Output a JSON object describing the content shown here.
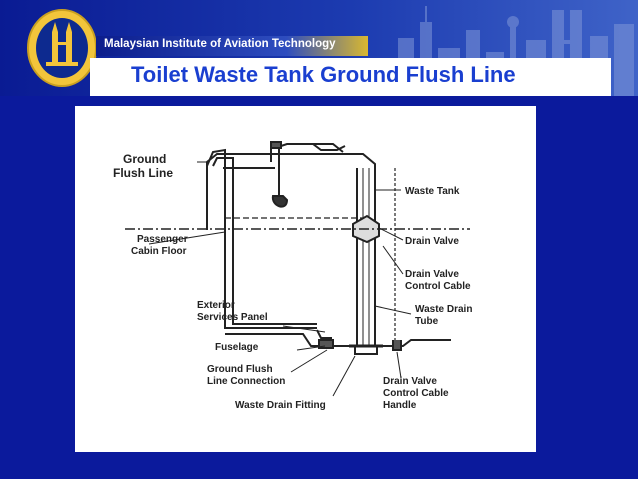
{
  "header": {
    "institute": "Malaysian Institute of Aviation Technology",
    "title": "Toilet Waste Tank Ground Flush Line"
  },
  "diagram": {
    "labels": {
      "ground_flush_line_1": "Ground",
      "ground_flush_line_2": "Flush Line",
      "passenger_floor_1": "Passenger",
      "passenger_floor_2": "Cabin Floor",
      "exterior_panel_1": "Exterior",
      "exterior_panel_2": "Services Panel",
      "fuselage": "Fuselage",
      "gf_connection_1": "Ground Flush",
      "gf_connection_2": "Line Connection",
      "waste_drain_fitting": "Waste Drain Fitting",
      "waste_tank": "Waste Tank",
      "drain_valve": "Drain Valve",
      "dv_cable_1": "Drain Valve",
      "dv_cable_2": "Control Cable",
      "waste_drain_tube_1": "Waste Drain",
      "waste_drain_tube_2": "Tube",
      "dv_handle_1": "Drain Valve",
      "dv_handle_2": "Control Cable",
      "dv_handle_3": "Handle"
    }
  }
}
